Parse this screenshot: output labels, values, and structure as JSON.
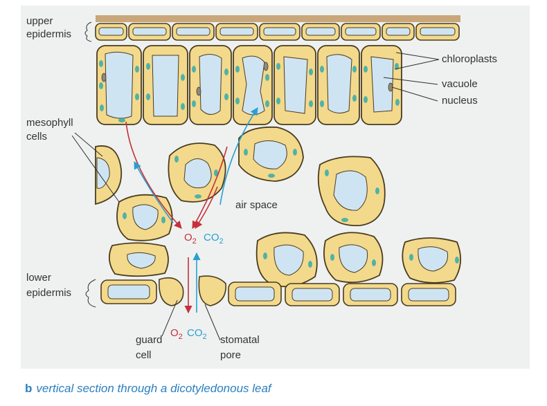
{
  "labels": {
    "upper_epidermis_1": "upper",
    "upper_epidermis_2": "epidermis",
    "mesophyll_1": "mesophyll",
    "mesophyll_2": "cells",
    "lower_epidermis_1": "lower",
    "lower_epidermis_2": "epidermis",
    "chloroplasts": "chloroplasts",
    "vacuole": "vacuole",
    "nucleus": "nucleus",
    "air_space": "air space",
    "guard_cell_1": "guard",
    "guard_cell_2": "cell",
    "stomatal_pore_1": "stomatal",
    "stomatal_pore_2": "pore"
  },
  "gases": {
    "o2_base": "O",
    "o2_sub": "2",
    "co2_base": "CO",
    "co2_sub": "2"
  },
  "caption": {
    "letter": "b",
    "text": "vertical section through a dicotyledonous leaf"
  },
  "colors": {
    "panel": "#eef1f0",
    "cell_fill": "#f3d98c",
    "cell_stroke": "#4a3b1e",
    "vacuole": "#cfe4f2",
    "chloroplast": "#4fb2a8",
    "nucleus": "#8e8a80",
    "cuticle": "#c9a77a",
    "o2_arrow": "#c6303a",
    "co2_arrow": "#2a9fd0",
    "caption": "#2a7fc0"
  }
}
